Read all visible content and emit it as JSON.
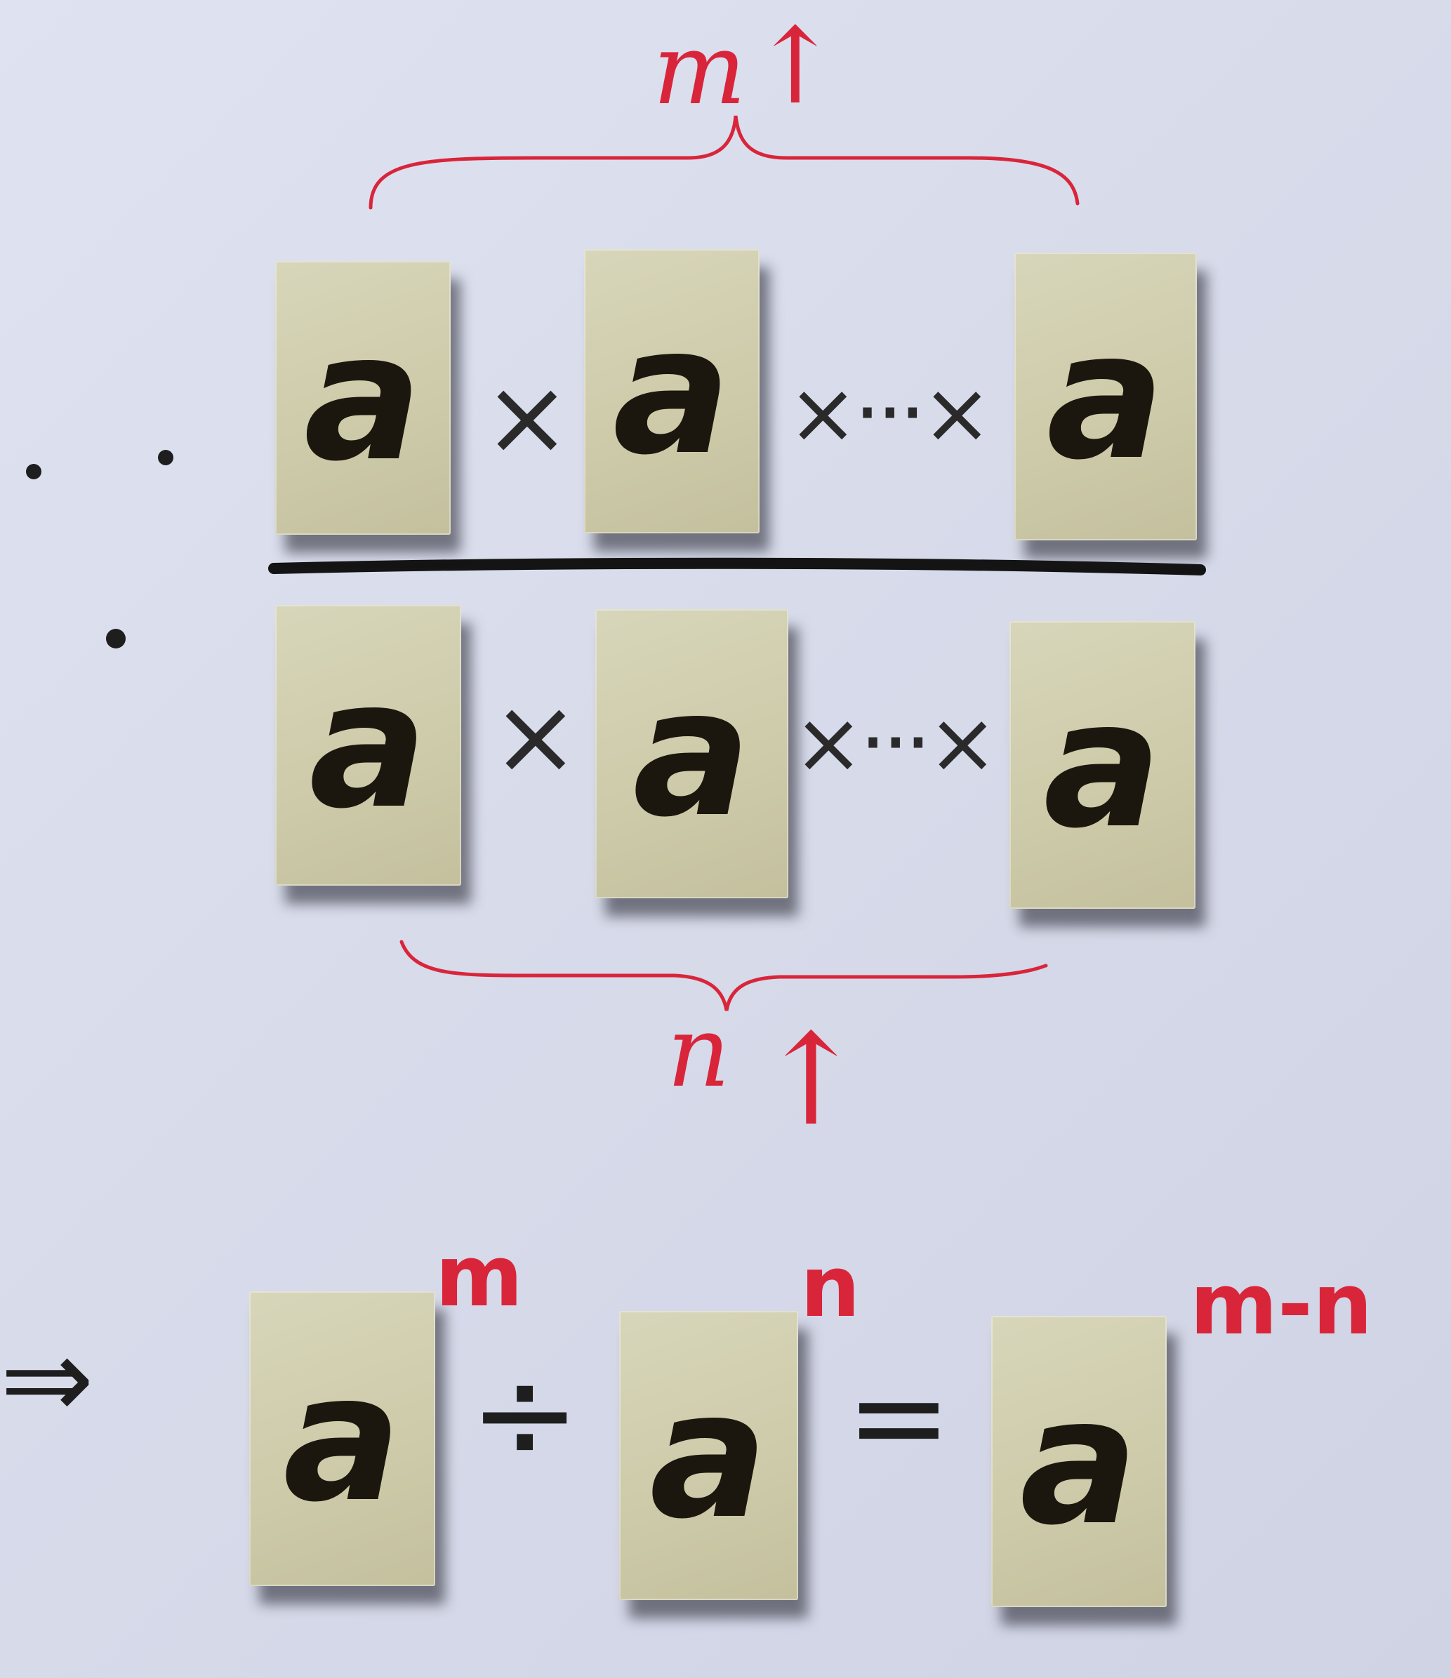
{
  "tile_letter": "a",
  "numerator": {
    "times_1": "×",
    "dots": "×···×",
    "count_label": "m",
    "arrow": "↑"
  },
  "denominator": {
    "times_1": "×",
    "dots": "×···×",
    "count_label": "n",
    "arrow": "↑"
  },
  "result": {
    "implies": "⇒",
    "exp_m": "m",
    "divide": "÷",
    "exp_n": "n",
    "equals": "=",
    "exp_diff": "m-n"
  },
  "colors": {
    "ink": "#2a2a2a",
    "red_ink": "#d9253a",
    "tile": "#cfcbab",
    "paper": "#d9dcec"
  }
}
